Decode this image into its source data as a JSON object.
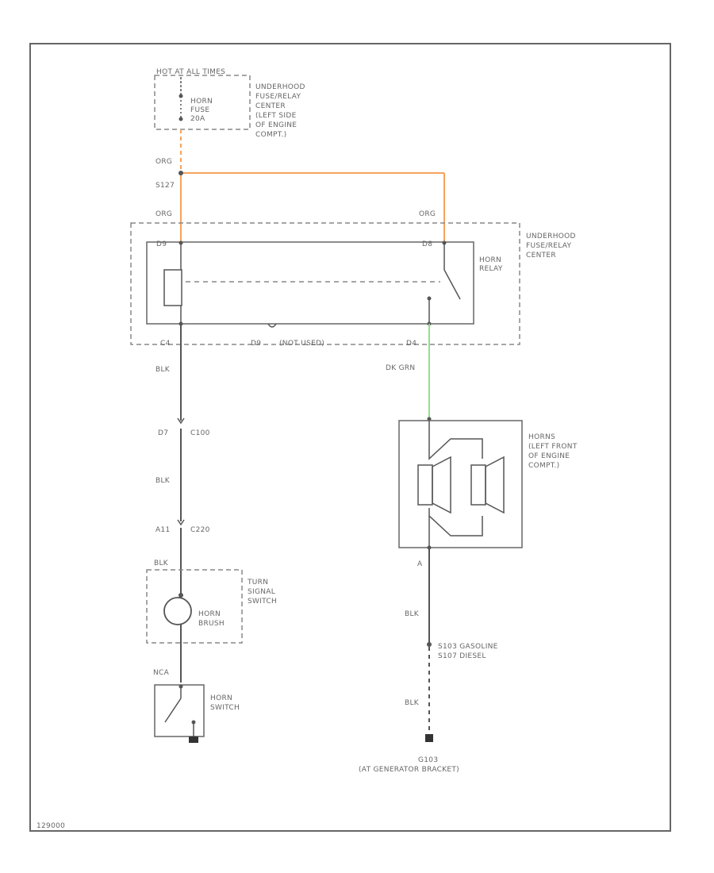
{
  "colors": {
    "wire_orange": "#f7a35c",
    "wire_green": "#8fe08f",
    "wire_black": "#555555",
    "border": "#666666"
  },
  "fuse_block": {
    "hot_text": "HOT AT ALL TIMES",
    "fuse_label": [
      "HORN",
      "FUSE",
      "20A"
    ],
    "location": [
      "UNDERHOOD",
      "FUSE/RELAY",
      "CENTER",
      "(LEFT SIDE",
      "OF ENGINE",
      "COMPT.)"
    ]
  },
  "wires": {
    "org_top": "ORG",
    "splice": "S127",
    "org_left": "ORG",
    "org_right": "ORG",
    "relay_out_color": "DK GRN",
    "blk_1": "BLK",
    "blk_2": "BLK",
    "blk_3": "BLK",
    "blk_4": "BLK",
    "blk_5": "BLK",
    "nca": "NCA"
  },
  "relay": {
    "pin_left_top": "D9",
    "pin_right_top": "D8",
    "label": [
      "HORN",
      "RELAY"
    ],
    "center_label": [
      "UNDERHOOD",
      "FUSE/RELAY",
      "CENTER"
    ],
    "pin_bottom_left": "C4",
    "pin_bottom_mid": "D9",
    "not_used": "(NOT USED)",
    "pin_bottom_right": "D4"
  },
  "connectors": {
    "c100_pin": "D7",
    "c100": "C100",
    "c220_pin": "A11",
    "c220": "C220"
  },
  "turn_switch": {
    "label": [
      "TURN",
      "SIGNAL",
      "SWITCH"
    ],
    "brush": [
      "HORN",
      "BRUSH"
    ]
  },
  "horn_switch": [
    "HORN",
    "SWITCH"
  ],
  "horns": {
    "label": [
      "HORNS",
      "(LEFT FRONT",
      "OF ENGINE",
      "COMPT.)"
    ],
    "pin": "A"
  },
  "ground_splice": [
    "S103 GASOLINE",
    "S107 DIESEL"
  ],
  "ground": [
    "G103",
    "(AT GENERATOR BRACKET)"
  ],
  "footer_id": "129000"
}
